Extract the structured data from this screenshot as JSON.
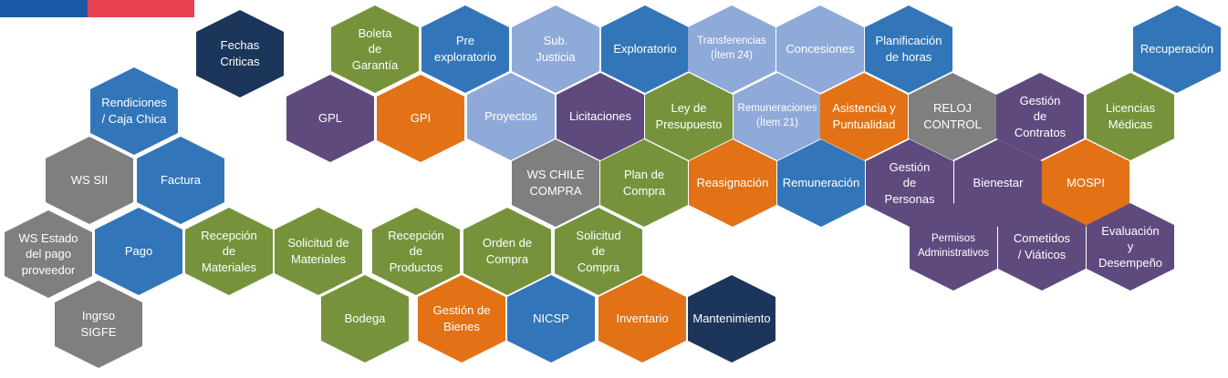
{
  "colors": {
    "navy": "#1b355b",
    "blue": "#3276b9",
    "light_blue": "#8fa9d8",
    "purple": "#5f4a7e",
    "orange": "#e27215",
    "green": "#76933c",
    "gray": "#7f7f7f",
    "flag_blue": "#1b58a8",
    "flag_red": "#e84250"
  },
  "hexagons": [
    {
      "id": "fechas-criticas",
      "label": "Fechas\nCriticas",
      "color": "navy"
    },
    {
      "id": "boleta-garantia",
      "label": "Boleta\nde\nGarantía",
      "color": "green"
    },
    {
      "id": "pre-exploratorio",
      "label": "Pre\nexploratorio",
      "color": "blue"
    },
    {
      "id": "sub-justicia",
      "label": "Sub.\nJusticia",
      "color": "light_blue"
    },
    {
      "id": "exploratorio",
      "label": "Exploratorio",
      "color": "blue"
    },
    {
      "id": "transferencias",
      "label": "Transferencias\n(Ítem 24)",
      "color": "light_blue"
    },
    {
      "id": "concesiones",
      "label": "Concesiones",
      "color": "light_blue"
    },
    {
      "id": "planificacion-horas",
      "label": "Planificación\nde horas",
      "color": "blue"
    },
    {
      "id": "recuperacion",
      "label": "Recuperación",
      "color": "blue"
    },
    {
      "id": "rendiciones",
      "label": "Rendiciones\n/ Caja Chica",
      "color": "blue"
    },
    {
      "id": "gpl",
      "label": "GPL",
      "color": "purple"
    },
    {
      "id": "gpi",
      "label": "GPI",
      "color": "orange"
    },
    {
      "id": "proyectos",
      "label": "Proyectos",
      "color": "light_blue"
    },
    {
      "id": "licitaciones",
      "label": "Licitaciones",
      "color": "purple"
    },
    {
      "id": "ley-presupuesto",
      "label": "Ley de\nPresupuesto",
      "color": "green"
    },
    {
      "id": "remuneraciones-item21",
      "label": "Remuneraciones\n(Ítem 21)",
      "color": "light_blue"
    },
    {
      "id": "asistencia",
      "label": "Asistencia y\nPuntualidad",
      "color": "orange"
    },
    {
      "id": "reloj-control",
      "label": "RELOJ\nCONTROL",
      "color": "gray"
    },
    {
      "id": "gestion-contratos",
      "label": "Gestión\nde\nContratos",
      "color": "purple"
    },
    {
      "id": "licencias-medicas",
      "label": "Licencias\nMédicas",
      "color": "green"
    },
    {
      "id": "ws-sii",
      "label": "WS SII",
      "color": "gray"
    },
    {
      "id": "factura",
      "label": "Factura",
      "color": "blue"
    },
    {
      "id": "ws-chile-compra",
      "label": "WS CHILE\nCOMPRA",
      "color": "gray"
    },
    {
      "id": "plan-compra",
      "label": "Plan de\nCompra",
      "color": "green"
    },
    {
      "id": "reasignacion",
      "label": "Reasignación",
      "color": "orange"
    },
    {
      "id": "remuneracion",
      "label": "Remuneración",
      "color": "blue"
    },
    {
      "id": "gestion-personas",
      "label": "Gestión\nde\nPersonas",
      "color": "purple"
    },
    {
      "id": "bienestar",
      "label": "Bienestar",
      "color": "purple"
    },
    {
      "id": "mospi",
      "label": "MOSPI",
      "color": "orange"
    },
    {
      "id": "ws-estado-pago",
      "label": "WS Estado\ndel pago\nproveedor",
      "color": "gray"
    },
    {
      "id": "pago",
      "label": "Pago",
      "color": "blue"
    },
    {
      "id": "recepcion-materiales",
      "label": "Recepción\nde\nMateriales",
      "color": "green"
    },
    {
      "id": "solicitud-materiales",
      "label": "Solicitud de\nMateriales",
      "color": "green"
    },
    {
      "id": "recepcion-productos",
      "label": "Recepción\nde\nProductos",
      "color": "green"
    },
    {
      "id": "orden-compra",
      "label": "Orden de\nCompra",
      "color": "green"
    },
    {
      "id": "solicitud-compra",
      "label": "Solicitud\nde\nCompra",
      "color": "green"
    },
    {
      "id": "permisos-administrativos",
      "label": "Permisos\nAdministrativos",
      "color": "purple"
    },
    {
      "id": "cometidos-viaticos",
      "label": "Cometidos\n/ Viáticos",
      "color": "purple"
    },
    {
      "id": "evaluacion-desempeno",
      "label": "Evaluación\ny\nDesempeño",
      "color": "purple"
    },
    {
      "id": "ingrso-sigfe",
      "label": "Ingrso\nSIGFE",
      "color": "gray"
    },
    {
      "id": "bodega",
      "label": "Bodega",
      "color": "green"
    },
    {
      "id": "gestion-bienes",
      "label": "Gestión de\nBienes",
      "color": "orange"
    },
    {
      "id": "nicsp",
      "label": "NICSP",
      "color": "blue"
    },
    {
      "id": "inventario",
      "label": "Inventario",
      "color": "orange"
    },
    {
      "id": "mantenimiento",
      "label": "Mantenimiento",
      "color": "navy"
    }
  ]
}
